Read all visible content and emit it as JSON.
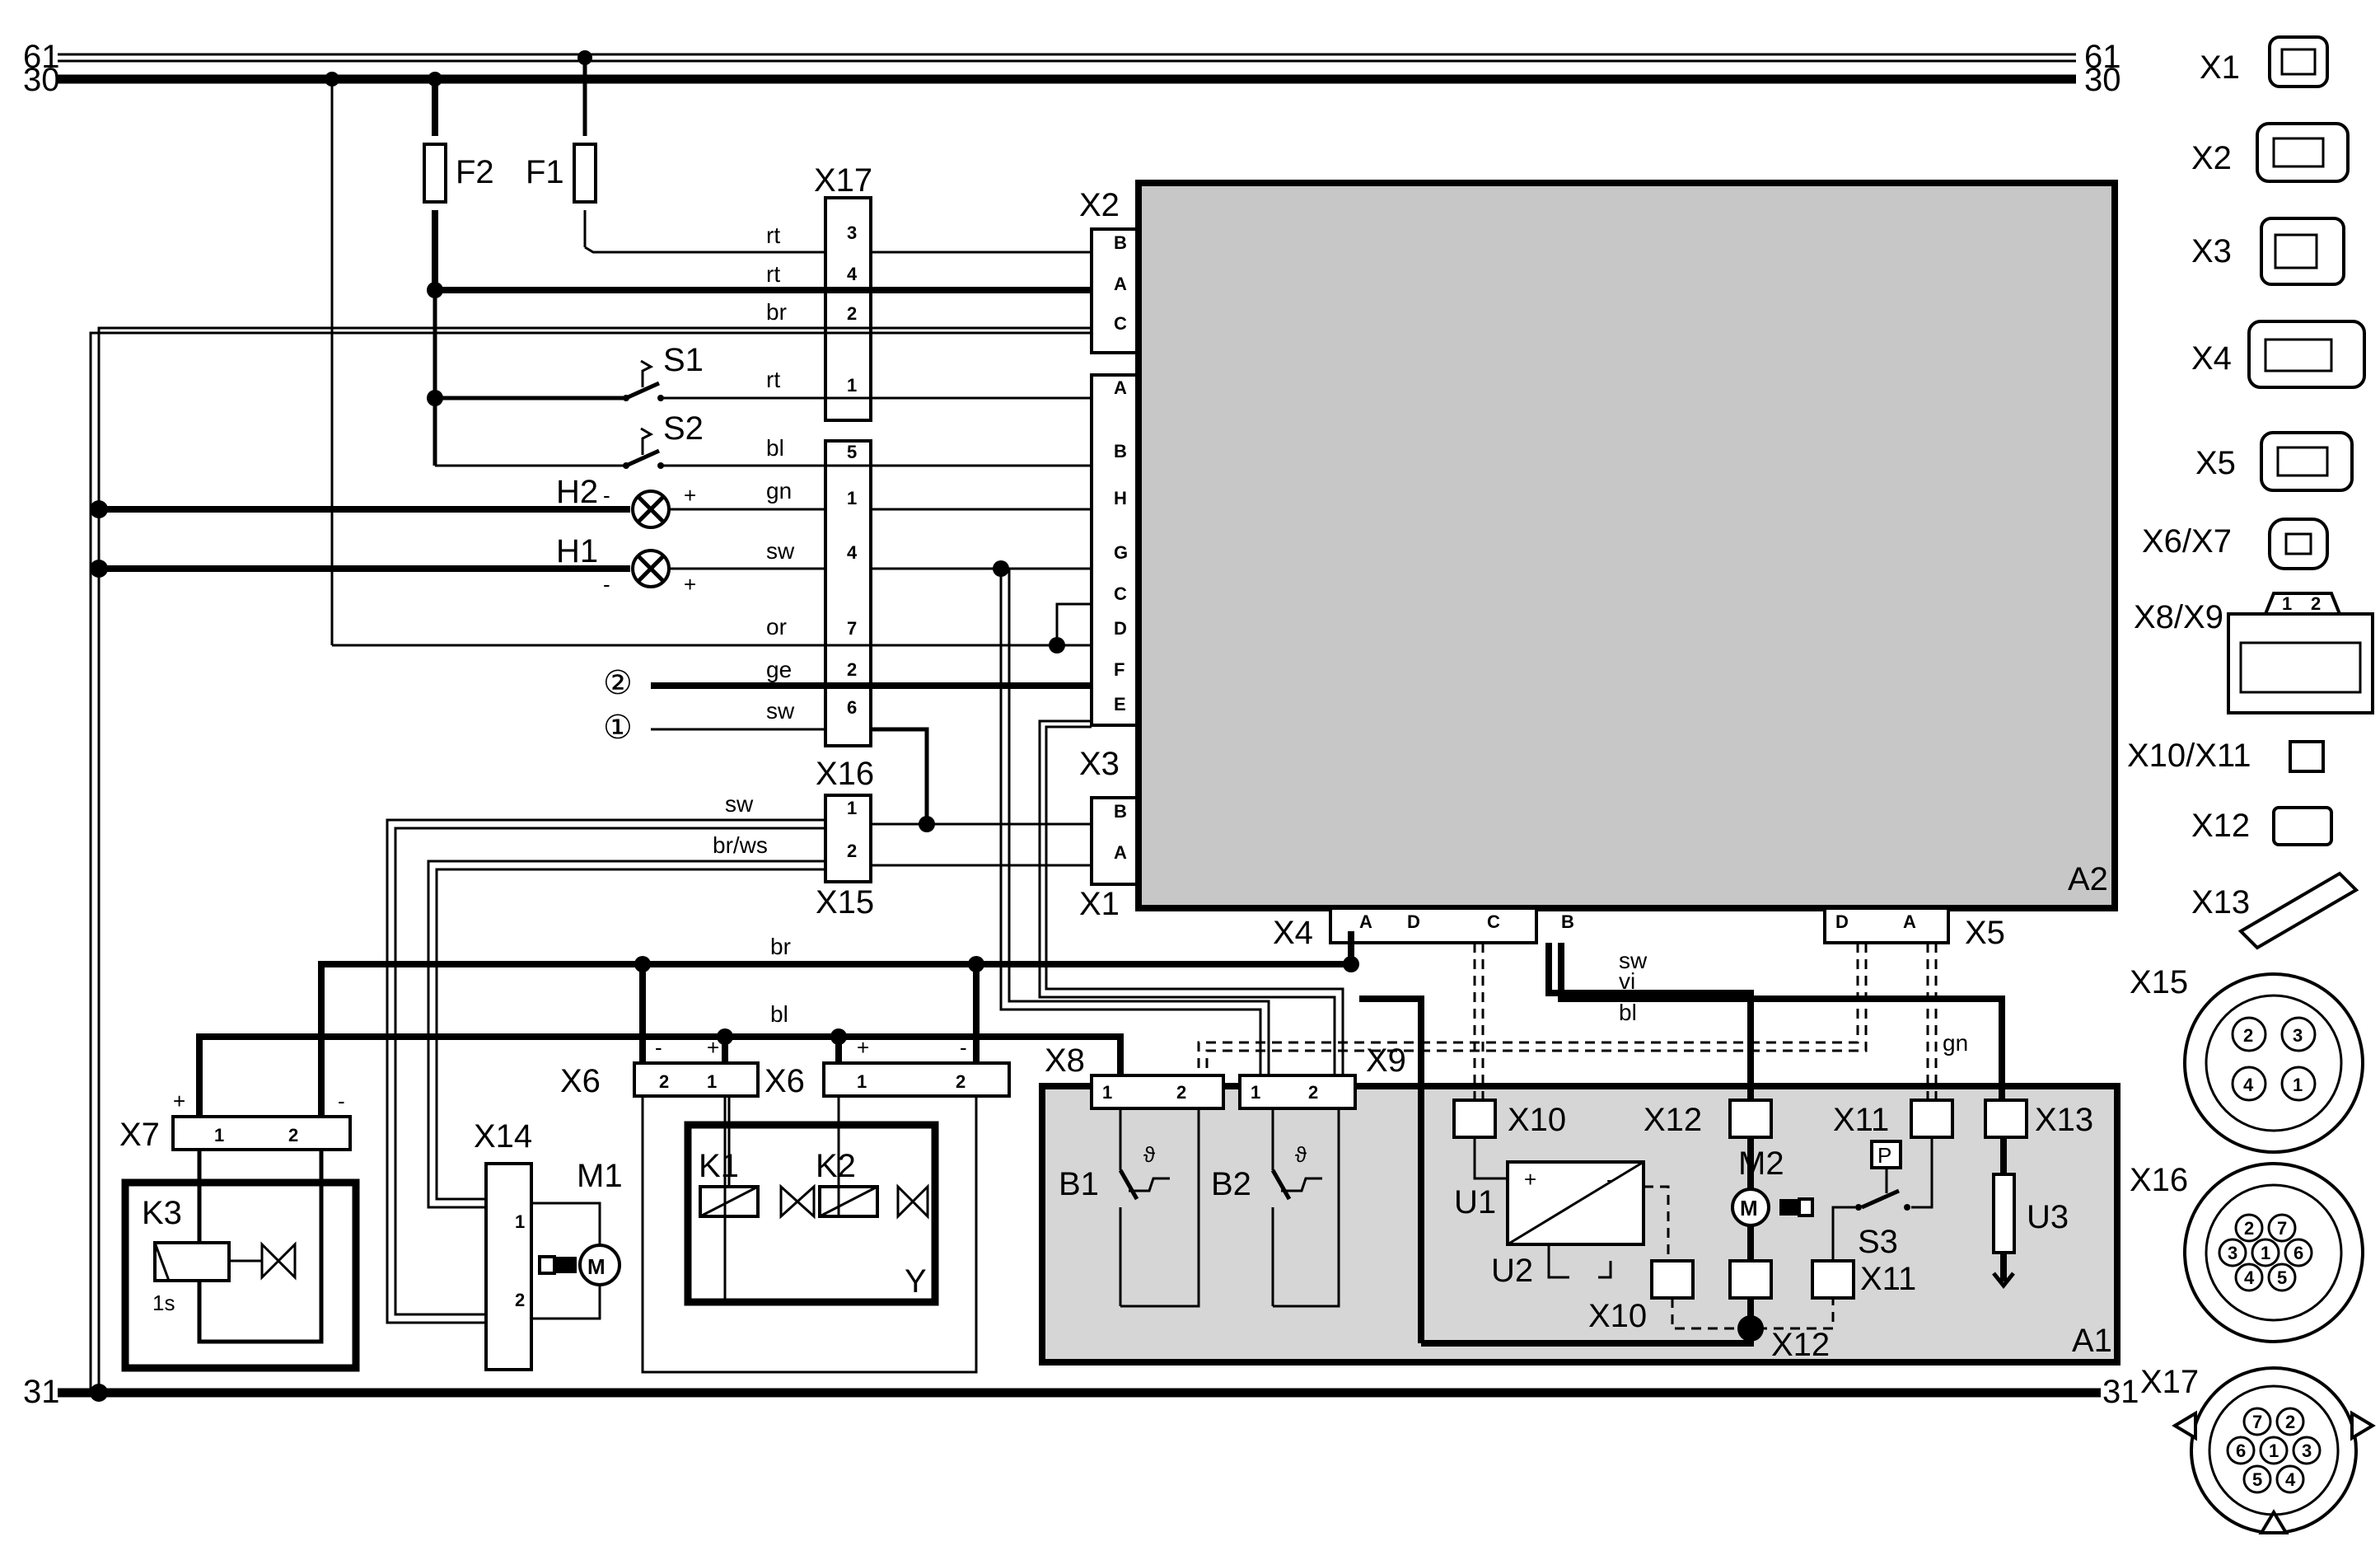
{
  "rails": {
    "r61_left": "61",
    "r61_right": "61",
    "r30_left": "30",
    "r30_right": "30",
    "r31_left": "31",
    "r31_right": "31"
  },
  "components": {
    "F1": "F1",
    "F2": "F2",
    "S1": "S1",
    "S2": "S2",
    "S3": "S3",
    "H1": "H1",
    "H2": "H2",
    "K1": "K1",
    "K2": "K2",
    "K3": "K3",
    "M1": "M1",
    "M2": "M2",
    "B1": "B1",
    "B2": "B2",
    "U1": "U1",
    "U2": "U2",
    "U3": "U3",
    "A1": "A1",
    "A2": "A2",
    "Y": "Y",
    "k3_time": "1s"
  },
  "connectors": {
    "X1": "X1",
    "X2": "X2",
    "X3": "X3",
    "X4": "X4",
    "X5": "X5",
    "X6": "X6",
    "X7": "X7",
    "X8": "X8",
    "X9": "X9",
    "X10": "X10",
    "X11": "X11",
    "X12": "X12",
    "X13": "X13",
    "X14": "X14",
    "X15": "X15",
    "X16": "X16",
    "X17": "X17"
  },
  "wire_colors": {
    "rt": "rt",
    "br": "br",
    "bl": "bl",
    "gn": "gn",
    "sw": "sw",
    "or": "or",
    "ge": "ge",
    "brws": "br/ws",
    "vi": "vi"
  },
  "pins": {
    "n1": "1",
    "n2": "2",
    "n3": "3",
    "n4": "4",
    "n5": "5",
    "n6": "6",
    "n7": "7",
    "A": "A",
    "B": "B",
    "C": "C",
    "D": "D",
    "E": "E",
    "F": "F",
    "G": "G",
    "H": "H",
    "plus": "+",
    "minus": "-",
    "P": "P",
    "theta": "ϑ"
  },
  "terminals": {
    "t1": "①",
    "t2": "②"
  },
  "legend": [
    "X1",
    "X2",
    "X3",
    "X4",
    "X5",
    "X6/X7",
    "X8/X9",
    "X10/X11",
    "X12",
    "X13",
    "X15",
    "X16",
    "X17"
  ]
}
